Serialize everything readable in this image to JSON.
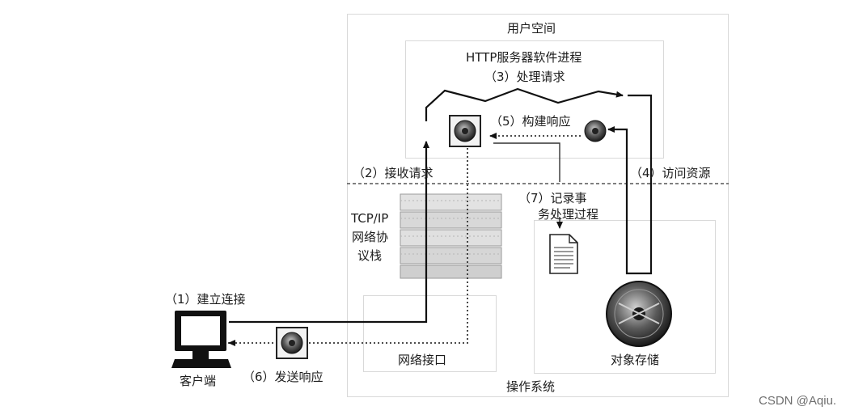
{
  "labels": {
    "user_space": "用户空间",
    "http_process": "HTTP服务器软件进程",
    "step3": "（3）处理请求",
    "step5": "（5）构建响应",
    "step2": "（2）接收请求",
    "step4": "（4）访问资源",
    "step7_line1": "（7）记录事",
    "step7_line2": "务处理过程",
    "tcpip_line1": "TCP/IP",
    "tcpip_line2": "网络协",
    "tcpip_line3": "议栈",
    "step1": "（1）建立连接",
    "client": "客户端",
    "step6": "（6）发送响应",
    "network_interface": "网络接口",
    "object_storage": "对象存储",
    "os": "操作系统"
  },
  "watermark": "CSDN @Aqiu."
}
